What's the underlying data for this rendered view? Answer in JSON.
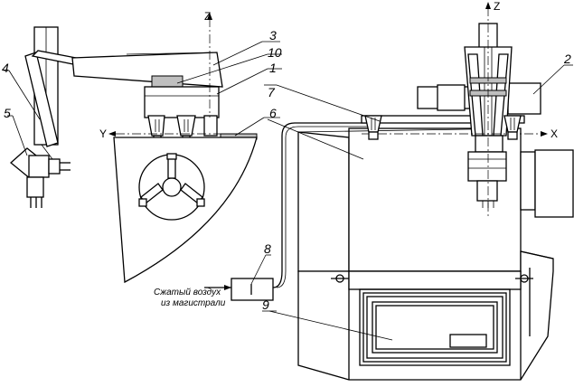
{
  "labels": {
    "n1": "1",
    "n2": "2",
    "n3": "3",
    "n4": "4",
    "n5": "5",
    "n6": "6",
    "n7": "7",
    "n8": "8",
    "n9": "9",
    "n10": "10"
  },
  "axes": {
    "z_left": "Z",
    "z_right": "Z",
    "y_left": "Y",
    "x_right": "X"
  },
  "note": {
    "line1": "Сжатый воздух",
    "line2": "из магистрали"
  }
}
